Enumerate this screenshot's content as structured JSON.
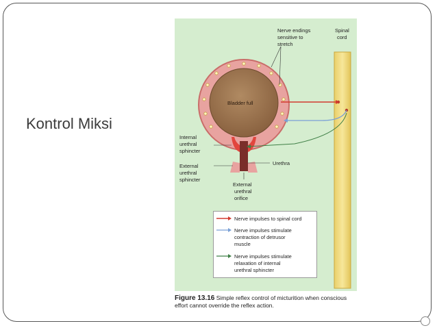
{
  "slide": {
    "title": "Kontrol Miksi"
  },
  "figure": {
    "labels": {
      "nerve_endings": [
        "Nerve endings",
        "sensitive to",
        "stretch"
      ],
      "spinal_cord": [
        "Spinal",
        "cord"
      ],
      "bladder": "Bladder full",
      "internal_sphincter": [
        "Internal",
        "urethral",
        "sphincter"
      ],
      "external_sphincter": [
        "External",
        "urethral",
        "sphincter"
      ],
      "urethra": "Urethra",
      "external_orifice": [
        "External",
        "urethral",
        "orifice"
      ]
    },
    "legend": [
      {
        "color": "#d23a2e",
        "lines": [
          "Nerve impulses to spinal cord"
        ]
      },
      {
        "color": "#7aa0d6",
        "lines": [
          "Nerve impulses stimulate",
          "contraction of detrusor",
          "muscle"
        ]
      },
      {
        "color": "#3f7f46",
        "lines": [
          "Nerve impulses stimulate",
          "relaxation of internal",
          "urethral sphincter"
        ]
      }
    ],
    "caption_number": "Figure 13.16",
    "caption_text_1": "Simple reflex control of micturition when conscious",
    "caption_text_2": "effort cannot override the reflex action."
  }
}
